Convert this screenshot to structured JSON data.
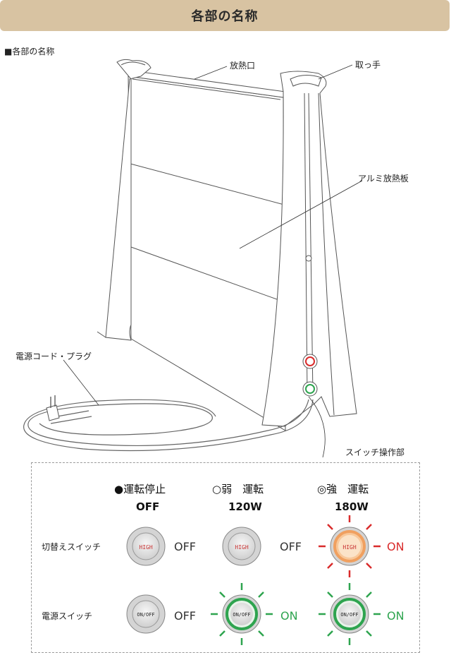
{
  "header": {
    "title": "各部の名称"
  },
  "section": {
    "label": "■各部の名称"
  },
  "callouts": {
    "vent": "放熱口",
    "handle": "取っ手",
    "fin": "アルミ放熱板",
    "cord": "電源コード・プラグ",
    "switch_area": "スイッチ操作部"
  },
  "panel": {
    "columns": [
      {
        "mode": "●運転停止",
        "watt": "OFF"
      },
      {
        "mode": "○弱　運転",
        "watt": "120W"
      },
      {
        "mode": "◎強　運転",
        "watt": "180W"
      }
    ],
    "rows": [
      {
        "label": "切替えスイッチ",
        "button_text": "HIGH",
        "states": [
          "OFF",
          "OFF",
          "ON"
        ]
      },
      {
        "label": "電源スイッチ",
        "button_text": "ON/OFF",
        "states": [
          "OFF",
          "ON",
          "ON"
        ]
      }
    ]
  },
  "colors": {
    "banner": "#d8c3a2",
    "high_glow": "#d92b2b",
    "power_glow": "#2ea44f",
    "high_lit": "#f0a060"
  }
}
